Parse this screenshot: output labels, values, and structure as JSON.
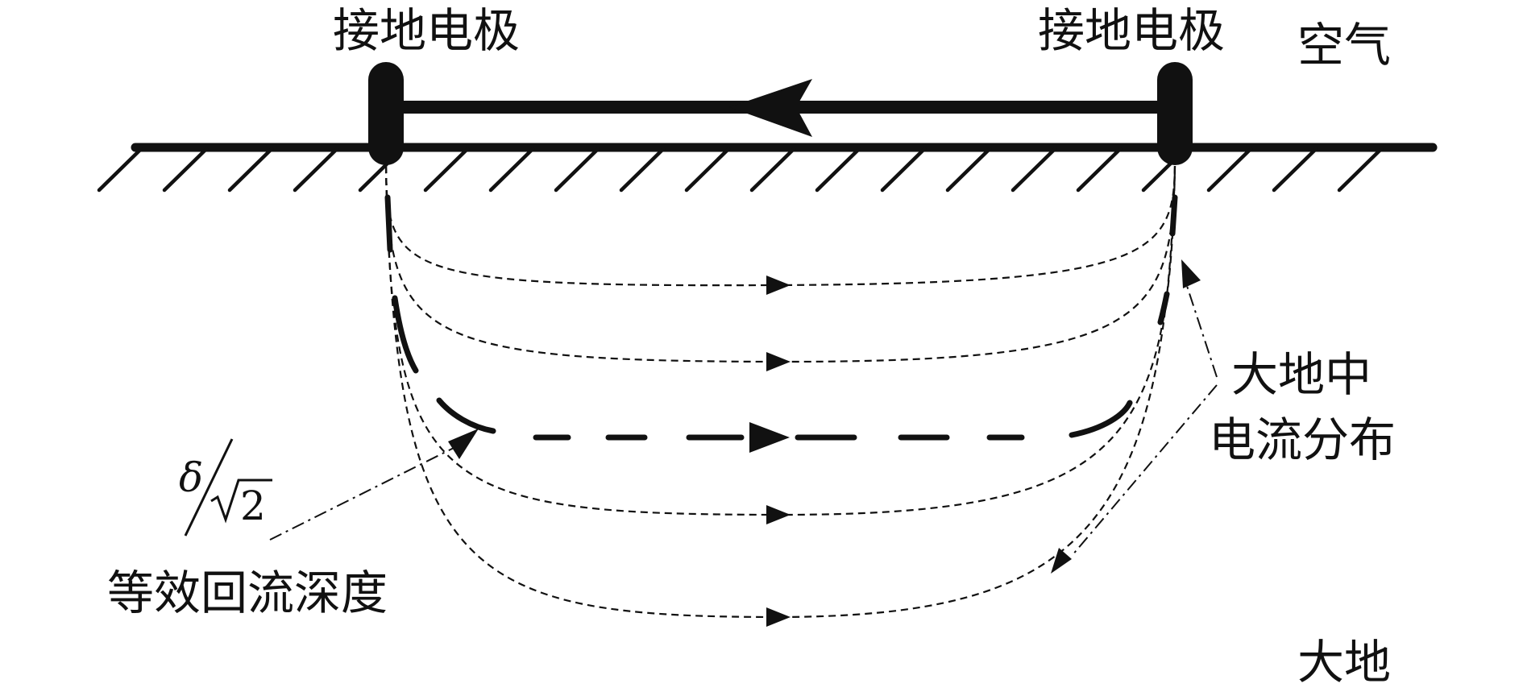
{
  "labels": {
    "electrode_left": "接地电极",
    "electrode_right": "接地电极",
    "air": "空气",
    "earth": "大地",
    "current_distribution_line1": "大地中",
    "current_distribution_line2": "电流分布",
    "equivalent_depth": "等效回流深度",
    "delta_symbol": "δ",
    "sqrt_two": "2"
  },
  "colors": {
    "ink": "#111111",
    "background": "#ffffff"
  }
}
